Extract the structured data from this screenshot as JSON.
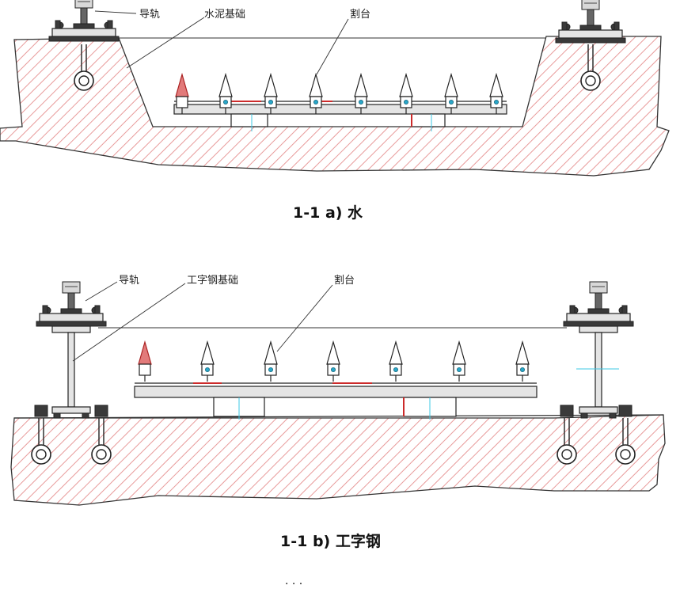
{
  "diagram_a": {
    "label_rail": "导轨",
    "label_base": "水泥基础",
    "label_table": "割台",
    "caption": "1-1 a)   水"
  },
  "diagram_b": {
    "label_rail": "导轨",
    "label_base": "工字钢基础",
    "label_table": "割台",
    "caption": "1-1 b)   工字钢"
  },
  "footer_marks": ". .  ."
}
